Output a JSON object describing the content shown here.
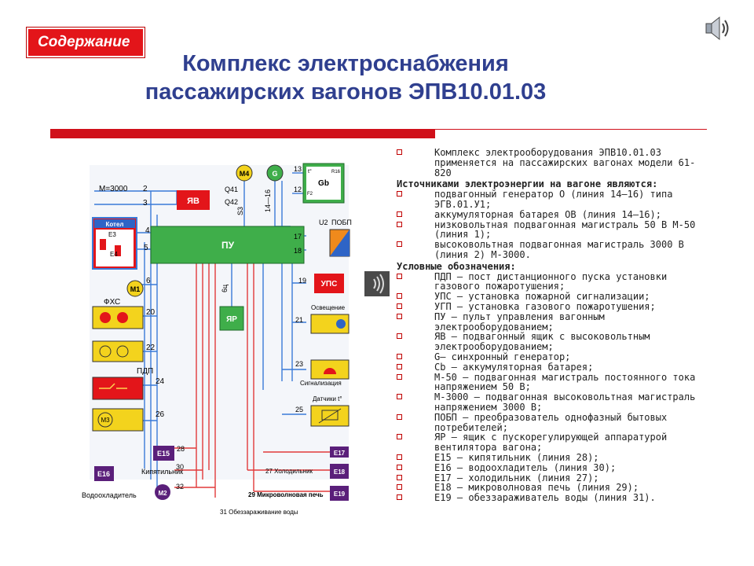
{
  "nav": {
    "contents_label": "Содержание"
  },
  "title": {
    "line1": "Комплекс электроснабжения",
    "line2": "пассажирских вагонов ЭПВ10.01.03"
  },
  "colors": {
    "title": "#2f3f8f",
    "accent": "#d0101a",
    "button": "#e3151a",
    "wire_blue": "#3a7ad8",
    "wire_red": "#e23a3a",
    "unit_green": "#3fae4a",
    "unit_yellow": "#f3d31d",
    "unit_purple": "#5a1f7a"
  },
  "icons": {
    "speaker": "speaker-icon",
    "sound_wave": "sound-wave-icon"
  },
  "diagram": {
    "pu": "ПУ",
    "yav": "ЯВ",
    "ups": "УПС",
    "yar": "ЯР",
    "m3000": "М=3000",
    "kotel": "Котел",
    "e3": "Е3",
    "e4": "Е4",
    "m1": "М1",
    "m4": "М4",
    "g": "G",
    "gb": "Gb",
    "m3": "М3",
    "m2": "М2",
    "fkhs": "ФХС",
    "pdp": "ПДП",
    "q41": "Q41",
    "q42": "Q42",
    "s3": "S3",
    "l1416": "14—16",
    "r16": "R16",
    "f2": "F2",
    "t_sym": "t°",
    "u2": "U2",
    "pobp": "ПОБП",
    "osveshchenie": "Освещение",
    "signalizaciya": "Сигнализация",
    "datchiki": "Датчики t°",
    "e15": "E15",
    "e16": "E16",
    "e17": "E17",
    "e18": "E18",
    "e19": "E19",
    "kipyatilnik": "Кипятильник",
    "vodookhladitel": "Водоохладитель",
    "kholodilnik": "27 Холодильник",
    "mikrovolnovaya": "29 Микроволновая печь",
    "obezzarazhivanie": "31 Обеззараживание воды",
    "n2": "2",
    "n3": "3",
    "n4": "4",
    "n5": "5",
    "n6": "6",
    "n20": "20",
    "n22": "22",
    "n24": "24",
    "n26": "26",
    "n28": "28",
    "n30": "30",
    "n32": "32",
    "n12": "12",
    "n13": "13",
    "n17": "17",
    "n18": "18",
    "n19": "19",
    "n21": "21",
    "n23": "23",
    "n25": "25",
    "n6ts": "6ц"
  },
  "content": {
    "intro": "Комплекс электрооборудования ЭПВ10.01.03 применяется на пассажирских вагонах модели 61-820",
    "sources_head": "Источниками электроэнергии на вагоне являются:",
    "sources": [
      "подвагонный генератор О (линия 14—16) типа ЭГВ.01.У1;",
      "аккумуляторная батарея ОВ (линия 14—16);",
      "низковольтная подвагонная магистраль 50 В М-50 (линия 1);",
      "высоковольтная подвагонная магистраль 3000 В (линия 2) М-3000."
    ],
    "legend_head": "Условные обозначения:",
    "legend": [
      "ПДП — пост дистанционного пуска установки газового пожаротушения;",
      "УПС — установка пожарной сигнализации;",
      "УГП — установка газового пожаротушения;",
      "ПУ — пульт управления вагонным электрооборудованием;",
      "ЯВ — подвагонный ящик с высоковольтным электрооборудованием;",
      "G— синхронный генератор;",
      "Cb — аккумуляторная батарея;",
      "М-50 — подвагонная магистраль постоянного тока напряжением 50 В;",
      "М-3000 — подвагонная высоковольтная магистраль напряжением 3000 В;",
      "ПОБП — преобразователь однофазный бытовых потребителей;",
      "ЯР — ящик с пускорегулирующей аппаратурой вентилятора вагона;",
      "Е15 — кипятильник (линия 28);",
      "Е16 — водоохладитель (линия 30);",
      "Е17 — холодильник (линия 27);",
      "Е18 — микроволновая печь (линия 29);",
      "Е19 — обеззараживатель воды (линия 31)."
    ]
  }
}
